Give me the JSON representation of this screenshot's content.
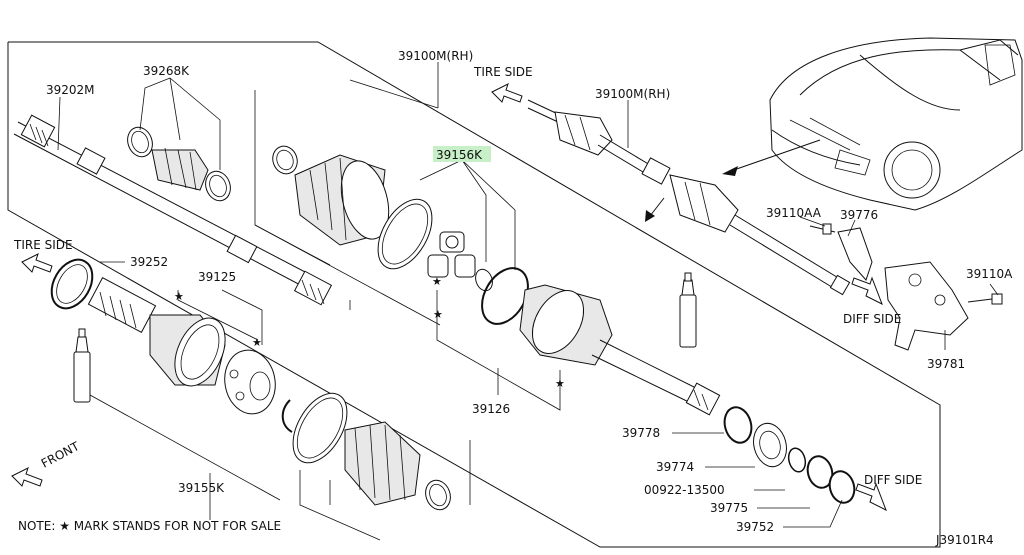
{
  "diagram": {
    "parts": {
      "p39202M": "39202M",
      "p39268K": "39268K",
      "p39100M_rh_a": "39100M(RH)",
      "p39100M_rh_b": "39100M(RH)",
      "p39156K": "39156K",
      "p39252": "39252",
      "p39125": "39125",
      "p39126": "39126",
      "p39155K": "39155K",
      "p39110AA": "39110AA",
      "p39776": "39776",
      "p39110A": "39110A",
      "p39781": "39781",
      "p39778": "39778",
      "p39774": "39774",
      "p00922": "00922-13500",
      "p39775": "39775",
      "p39752": "39752"
    },
    "directions": {
      "tire_side_top": "TIRE SIDE",
      "tire_side_left": "TIRE SIDE",
      "diff_side_mid": "DIFF SIDE",
      "diff_side_bottom": "DIFF SIDE",
      "front": "FRONT"
    },
    "note": "NOTE: ★ MARK STANDS FOR NOT FOR SALE",
    "drawing_code": "J39101R4",
    "highlight_color": "#c8f0c8",
    "star_glyph": "★"
  }
}
